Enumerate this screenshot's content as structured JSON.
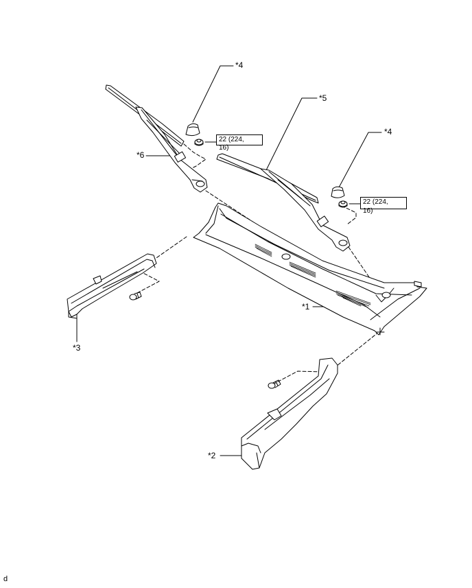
{
  "callouts": {
    "c1": "*1",
    "c2": "*2",
    "c3": "*3",
    "c4a": "*4",
    "c4b": "*4",
    "c5": "*5",
    "c6": "*6"
  },
  "torque": {
    "left_line1": "22 (224,",
    "left_line2": "16)",
    "right_line1": "22 (224,",
    "right_line2": "16)"
  },
  "corner_code": "d",
  "colors": {
    "line": "#000000",
    "fill": "#ffffff",
    "shade": "#cfcfcf"
  }
}
